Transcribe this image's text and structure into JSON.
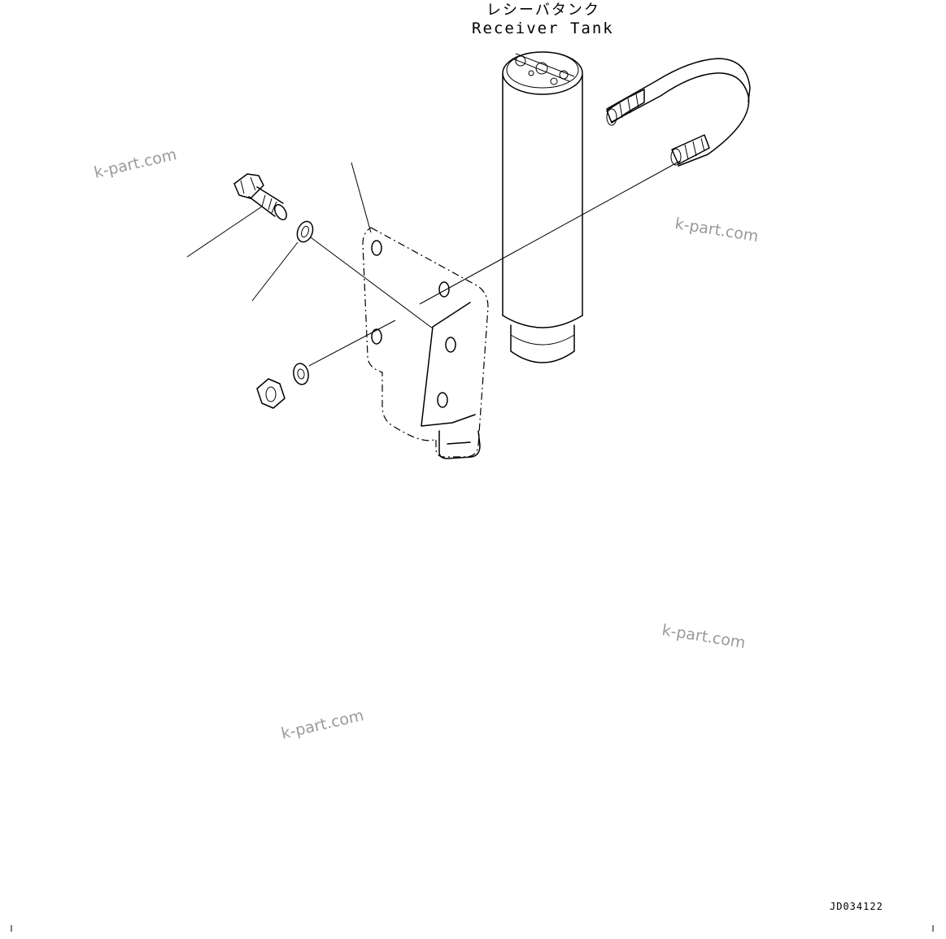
{
  "title_japanese": "レシーバタンク",
  "title_english": "Receiver Tank",
  "drawing_code": "JD034122",
  "watermarks": [
    "k-part.com",
    "k-part.com",
    "k-part.com",
    "k-part.com"
  ],
  "parts": [
    {
      "name": "receiver-tank"
    },
    {
      "name": "u-bolt"
    },
    {
      "name": "bracket"
    },
    {
      "name": "bolt"
    },
    {
      "name": "washer"
    },
    {
      "name": "nut"
    }
  ]
}
